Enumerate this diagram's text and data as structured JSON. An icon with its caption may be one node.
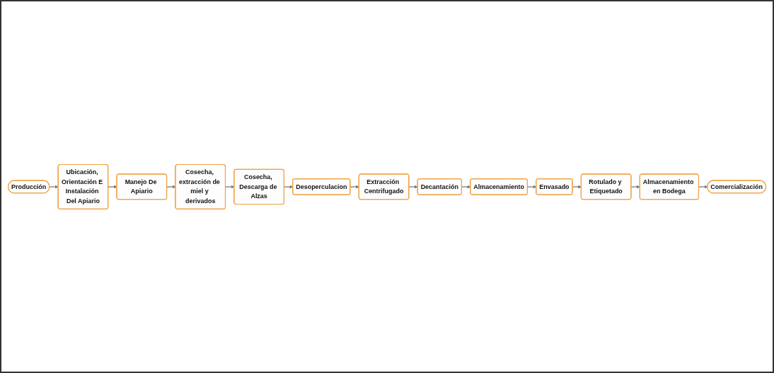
{
  "diagram": {
    "nodes": [
      {
        "text": [
          "Producción"
        ]
      },
      {
        "text": [
          "Ubicación, Orientación E Instalación Del Apiario"
        ]
      },
      {
        "text": [
          "Manejo De Apiario"
        ]
      },
      {
        "text": [
          "Cosecha, extracción de miel y derivados"
        ]
      },
      {
        "text": [
          "Cosecha, Descarga de Alzas"
        ]
      },
      {
        "text": [
          "Desoperculacion"
        ]
      },
      {
        "text": [
          "Extracción Centrifugado"
        ]
      },
      {
        "text": [
          "Decantación"
        ]
      },
      {
        "text": [
          "Almacenamiento"
        ]
      },
      {
        "text": [
          "Envasado"
        ]
      },
      {
        "text": [
          "Rotulado y Etiquetado"
        ]
      },
      {
        "text": [
          "Almacenamiento en Bodega"
        ]
      },
      {
        "text": [
          "Comercialización"
        ]
      }
    ],
    "edges": [
      {
        "from": 0,
        "to": 1,
        "arrow": "to"
      },
      {
        "from": 1,
        "to": 2,
        "arrow": "to"
      },
      {
        "from": 2,
        "to": 3,
        "arrow": "to"
      },
      {
        "from": 3,
        "to": 4,
        "arrow": "to"
      },
      {
        "from": 4,
        "to": 5,
        "arrow": "to"
      },
      {
        "from": 5,
        "to": 6,
        "arrow": "to"
      },
      {
        "from": 6,
        "to": 7,
        "arrow": "to"
      },
      {
        "from": 7,
        "to": 8,
        "arrow": "to"
      },
      {
        "from": 8,
        "to": 9,
        "arrow": "to"
      },
      {
        "from": 9,
        "to": 10,
        "arrow": "to"
      },
      {
        "from": 10,
        "to": 11,
        "arrow": "to"
      },
      {
        "from": 11,
        "to": 12,
        "arrow": "to"
      }
    ]
  }
}
